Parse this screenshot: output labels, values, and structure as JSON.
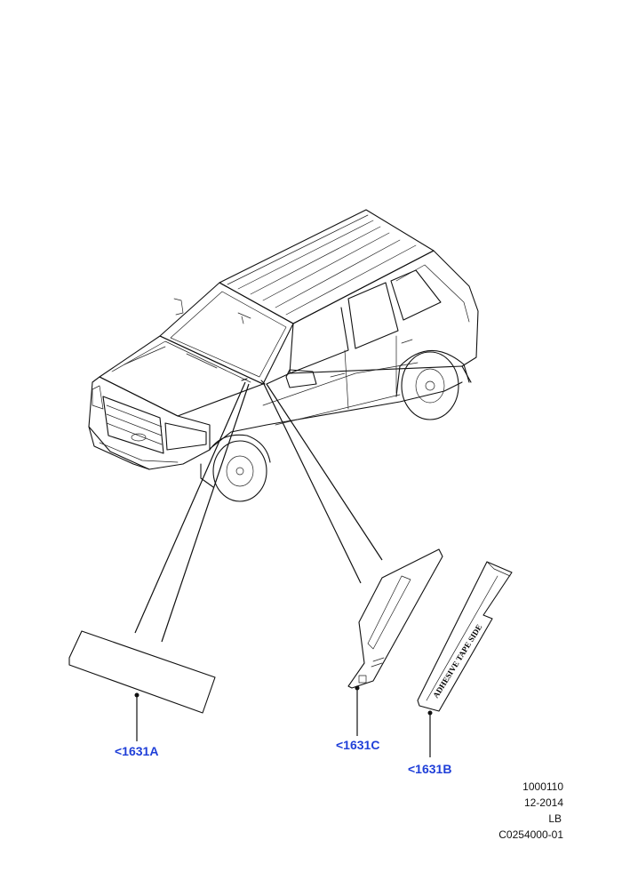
{
  "diagram": {
    "stamp_text": "ADHESIVE TAPE SIDE"
  },
  "callouts": {
    "part_a": "<1631A",
    "part_b": "<1631B",
    "part_c": "<1631C"
  },
  "info": {
    "ref_number": "1000110",
    "date": "12-2014",
    "code": "LB",
    "illustration_id": "C0254000-01"
  },
  "colors": {
    "callout": "#1f3fd8",
    "line": "#111111"
  }
}
